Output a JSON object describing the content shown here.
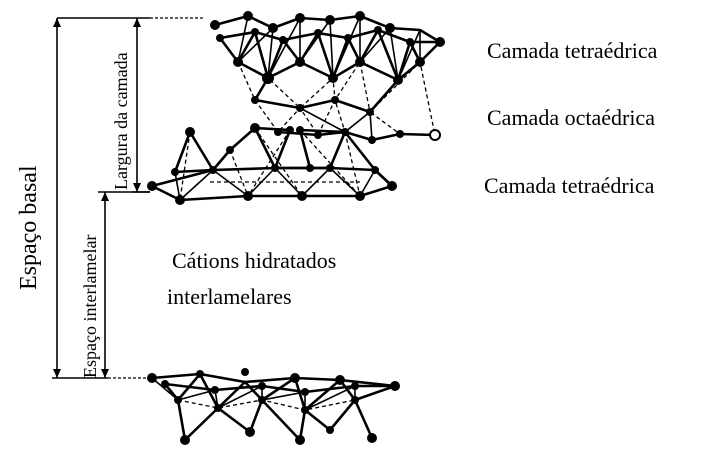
{
  "labels": {
    "basal_spacing": "Espaço basal",
    "interlayer_spacing": "Espaço interlamelar",
    "layer_thickness": "Largura da camada",
    "tetrahedral_top": "Camada tetraédrica",
    "octahedral": "Camada octaédrica",
    "tetrahedral_bottom": "Camada tetraédrica",
    "cations_line1": "Cátions hidratados",
    "cations_line2": "interlamelares"
  }
}
